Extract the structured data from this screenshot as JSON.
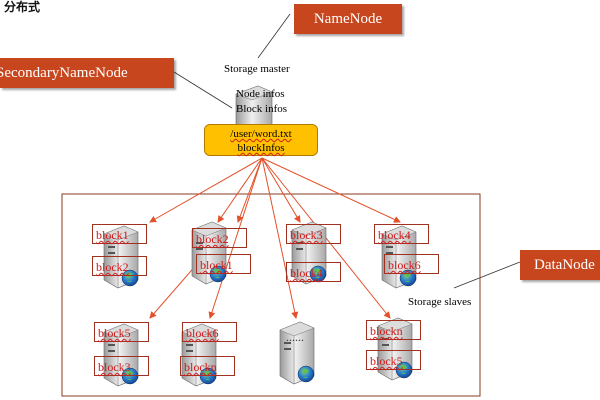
{
  "heading": "分布式",
  "namenode": {
    "label": "NameNode",
    "caption": "Storage master",
    "node_infos": "Node infos",
    "block_infos": "Block infos",
    "file": "/user/word.txt",
    "block_list": "blockInfos"
  },
  "secondary": {
    "label": "SecondaryNameNode"
  },
  "datanode": {
    "label": "DataNode",
    "caption": "Storage slaves"
  },
  "colors": {
    "callout": "#c8461e",
    "arrow": "#e2512a",
    "highlight": "#ffc000",
    "block_text": "#d01818"
  },
  "servers": [
    {
      "blocks": [
        "block1",
        "block2"
      ]
    },
    {
      "blocks": [
        "block2",
        "block1"
      ]
    },
    {
      "blocks": [
        "block3",
        "block4"
      ]
    },
    {
      "blocks": [
        "block4",
        "block6"
      ]
    },
    {
      "blocks": [
        "block5",
        "block3"
      ]
    },
    {
      "blocks": [
        "block6",
        "blockn"
      ]
    },
    {
      "blocks": [],
      "placeholder": "......"
    },
    {
      "blocks": [
        "blockn",
        "block5"
      ]
    }
  ]
}
